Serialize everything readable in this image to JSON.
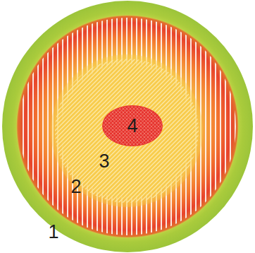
{
  "diagram": {
    "nodes": [
      {
        "text": [
          "1"
        ]
      },
      {
        "text": [
          "2"
        ],
        "in": 0
      },
      {
        "text": [
          "3"
        ],
        "in": 1
      },
      {
        "text": [
          "4"
        ],
        "in": 2
      }
    ]
  }
}
